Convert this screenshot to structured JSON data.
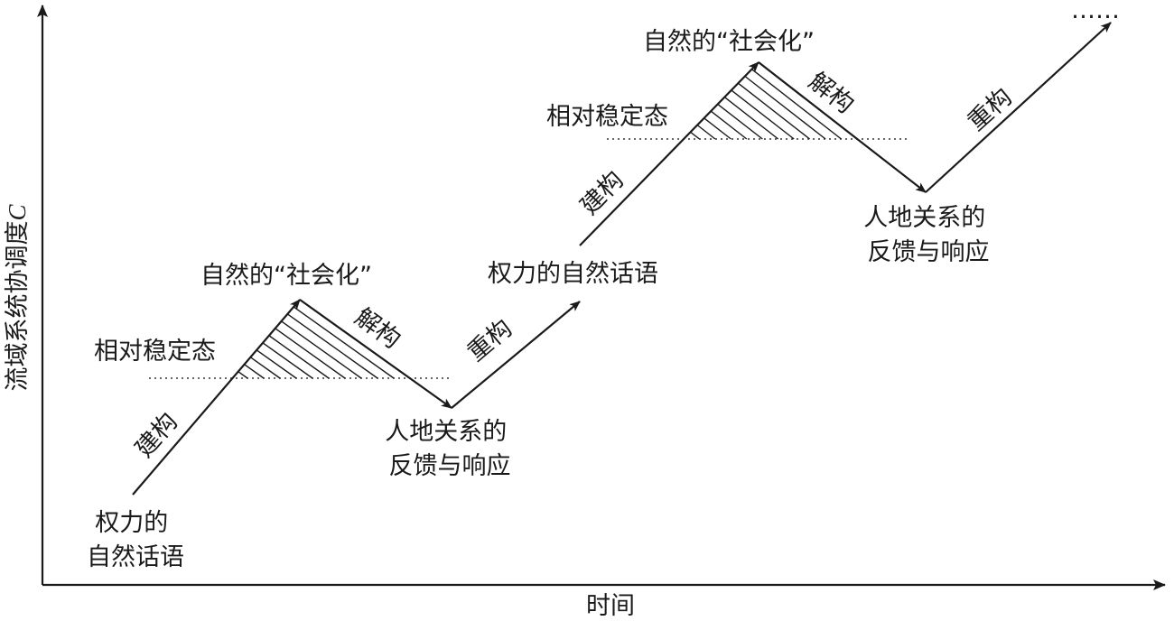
{
  "axes": {
    "y_label": "流域系统协调度",
    "y_symbol": "C",
    "x_label": "时间"
  },
  "labels": {
    "start": [
      "权力的",
      "自然话语"
    ],
    "construct1": "建构",
    "stable1": "相对稳定态",
    "peak1": "自然的“社会化”",
    "deconstruct1": "解构",
    "feedback1": [
      "人地关系的",
      "反馈与响应"
    ],
    "reconstruct1": "重构",
    "mid": "权力的自然话语",
    "construct2": "建构",
    "stable2": "相对稳定态",
    "peak2": "自然的“社会化”",
    "deconstruct2": "解构",
    "feedback2": [
      "人地关系的",
      "反馈与响应"
    ],
    "reconstruct2": "重构",
    "continuation": "……"
  },
  "colors": {
    "ink": "#1a1a1a"
  }
}
